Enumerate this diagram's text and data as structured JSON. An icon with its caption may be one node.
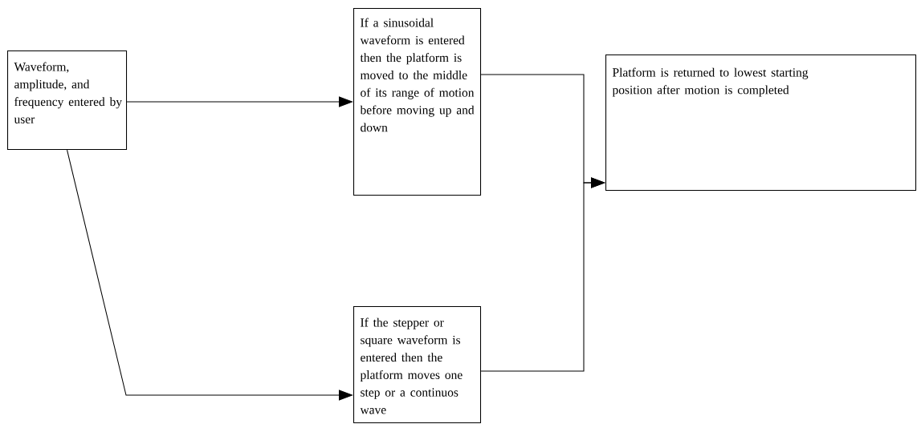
{
  "diagram": {
    "nodes": [
      {
        "text": [
          "Waveform, amplitude, and frequency entered by user"
        ]
      },
      {
        "text": [
          "If a sinusoidal waveform is entered then the platform is moved to the middle of its range of motion before moving up and down"
        ]
      },
      {
        "text": [
          "If the stepper or square waveform is entered then the platform moves one step or a continuos wave"
        ]
      },
      {
        "text": [
          "Platform is returned to lowest starting position after motion is completed"
        ]
      }
    ],
    "edges": [
      {
        "from": 0,
        "to": 1,
        "arrow": "to"
      },
      {
        "from": 0,
        "to": 2,
        "arrow": "to"
      },
      {
        "from": 1,
        "to": 3,
        "arrow": "to"
      },
      {
        "from": 2,
        "to": 3,
        "arrow": "to"
      }
    ]
  }
}
